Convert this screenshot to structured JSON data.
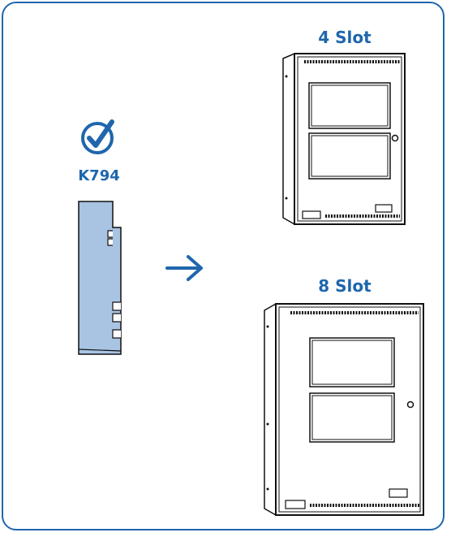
{
  "colors": {
    "accent": "#1f66ad",
    "part_fill": "#a9c4e3",
    "line": "#111111"
  },
  "icons": [
    "check-circle-icon",
    "arrow-right-icon"
  ],
  "part": {
    "label": "K794"
  },
  "enclosures": [
    {
      "label": "4 Slot"
    },
    {
      "label": "8 Slot"
    }
  ]
}
